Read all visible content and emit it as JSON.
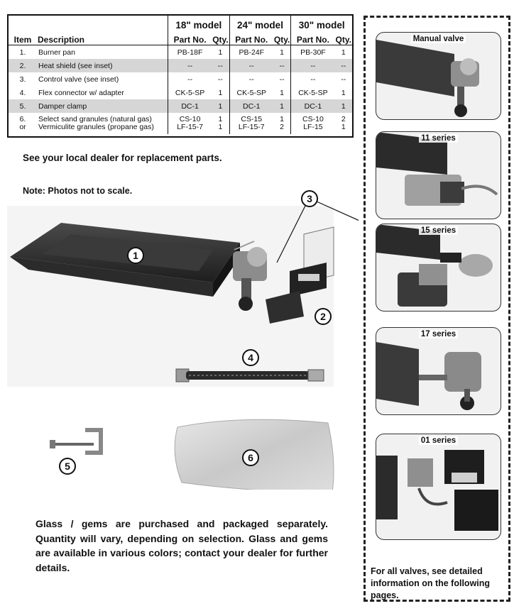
{
  "table": {
    "col_item": "Item",
    "col_description": "Description",
    "models": [
      "18\" model",
      "24\" model",
      "30\" model"
    ],
    "col_part": "Part No.",
    "col_qty": "Qty.",
    "rows": [
      {
        "item": "1.",
        "desc": "Burner pan",
        "p18": "PB-18F",
        "q18": "1",
        "p24": "PB-24F",
        "q24": "1",
        "p30": "PB-30F",
        "q30": "1"
      },
      {
        "item": "2.",
        "desc": "Heat shield (see inset)",
        "p18": "--",
        "q18": "--",
        "p24": "--",
        "q24": "--",
        "p30": "--",
        "q30": "--"
      },
      {
        "item": "3.",
        "desc": "Control valve (see inset)",
        "p18": "--",
        "q18": "--",
        "p24": "--",
        "q24": "--",
        "p30": "--",
        "q30": "--"
      },
      {
        "item": "4.",
        "desc": "Flex connector w/ adapter",
        "p18": "CK-5-SP",
        "q18": "1",
        "p24": "CK-5-SP",
        "q24": "1",
        "p30": "CK-5-SP",
        "q30": "1"
      },
      {
        "item": "5.",
        "desc": "Damper clamp",
        "p18": "DC-1",
        "q18": "1",
        "p24": "DC-1",
        "q24": "1",
        "p30": "DC-1",
        "q30": "1"
      }
    ],
    "last_row": {
      "item_a": "6.",
      "item_b": "or",
      "desc_a": "Select sand granules (natural gas)",
      "desc_b": "Vermiculite granules (propane gas)",
      "p18_a": "CS-10",
      "p18_b": "LF-15-7",
      "q18_a": "1",
      "q18_b": "1",
      "p24_a": "CS-15",
      "p24_b": "LF-15-7",
      "q24_a": "1",
      "q24_b": "2",
      "p30_a": "CS-10",
      "p30_b": "LF-15",
      "q30_a": "2",
      "q30_b": "1"
    }
  },
  "dealer_note": "See your local dealer for replacement parts.",
  "scale_note": "Note: Photos not to scale.",
  "callouts": [
    "1",
    "2",
    "3",
    "4",
    "5",
    "6"
  ],
  "glass_note": "Glass / gems are purchased and packaged separately. Quantity will vary, depending on selection. Glass and gems are available in various colors; contact your dealer for further details.",
  "valves": {
    "labels": [
      "Manual valve",
      "11 series",
      "15 series",
      "17 series",
      "01 series"
    ],
    "footer": "For all valves, see detailed information on the following pages."
  }
}
